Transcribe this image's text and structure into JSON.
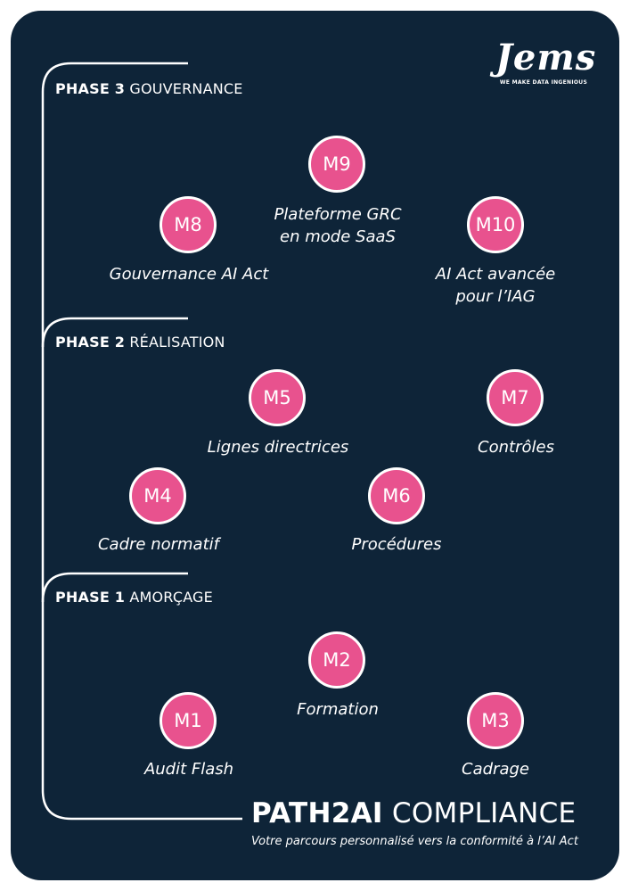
{
  "brand": {
    "logo_text": "Jems",
    "tagline": "WE MAKE DATA INGENIOUS"
  },
  "phases": [
    {
      "phase": "PHASE 3",
      "name": "GOUVERNANCE"
    },
    {
      "phase": "PHASE 2",
      "name": "RÉALISATION"
    },
    {
      "phase": "PHASE 1",
      "name": "AMORÇAGE"
    }
  ],
  "modules": {
    "m1": {
      "code": "M1",
      "label": [
        "Audit Flash"
      ]
    },
    "m2": {
      "code": "M2",
      "label": [
        "Formation"
      ]
    },
    "m3": {
      "code": "M3",
      "label": [
        "Cadrage"
      ]
    },
    "m4": {
      "code": "M4",
      "label": [
        "Cadre normatif"
      ]
    },
    "m5": {
      "code": "M5",
      "label": [
        "Lignes directrices"
      ]
    },
    "m6": {
      "code": "M6",
      "label": [
        "Procédures"
      ]
    },
    "m7": {
      "code": "M7",
      "label": [
        "Contrôles"
      ]
    },
    "m8": {
      "code": "M8",
      "label": [
        "Gouvernance AI Act"
      ]
    },
    "m9": {
      "code": "M9",
      "label": [
        "Plateforme GRC",
        "en mode SaaS"
      ]
    },
    "m10": {
      "code": "M10",
      "label": [
        "AI Act avancée",
        "pour l’IAG"
      ]
    }
  },
  "footer": {
    "title_bold": "PATH2AI",
    "title_rest": "COMPLIANCE",
    "subtitle": "Votre parcours personnalisé vers la conformité à l’AI Act"
  },
  "colors": {
    "background": "#0e2438",
    "accent": "#e8528e",
    "text": "#ffffff"
  }
}
